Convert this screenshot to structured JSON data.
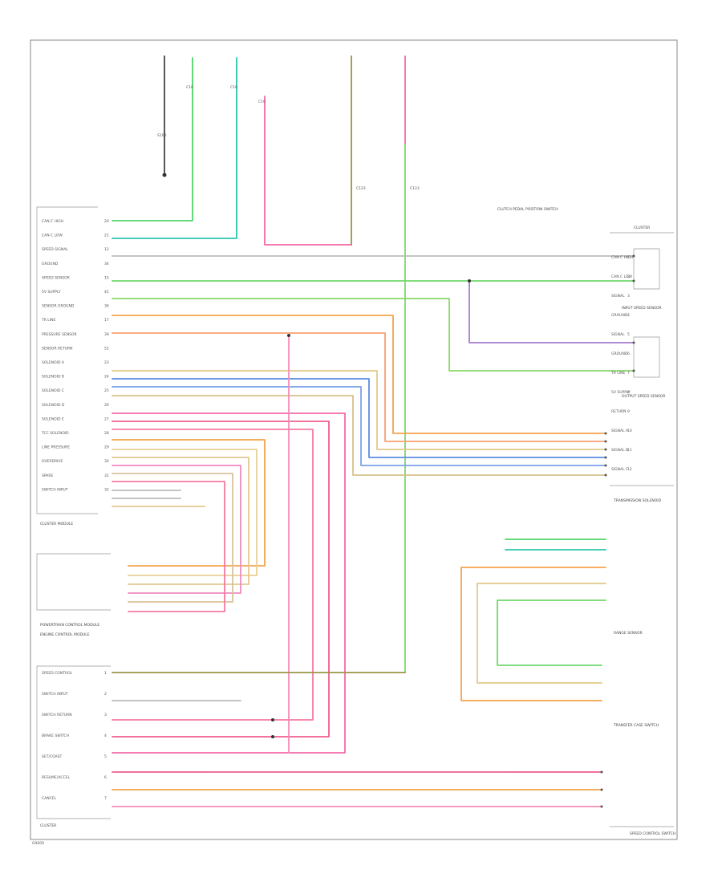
{
  "footer": {
    "code": "G0000"
  },
  "top_labels": [
    {
      "id": "t1",
      "text": "S100"
    },
    {
      "id": "t2",
      "text": "C10"
    },
    {
      "id": "t3",
      "text": "C10"
    },
    {
      "id": "t4",
      "text": "C10"
    },
    {
      "id": "t5",
      "text": "C123"
    },
    {
      "id": "t6",
      "text": "C123"
    }
  ],
  "modules": {
    "left_main": "CLUSTER MODULE",
    "left_sub": "POWERTRAIN CONTROL MODULE",
    "left_lower": "ENGINE CONTROL MODULE",
    "bottom_left": "CLUSTER",
    "right_top": "CLUSTER",
    "right_switch": "CLUTCH PEDAL POSITION SWITCH",
    "right_sensor1": "INPUT SPEED SENSOR",
    "right_sensor2": "OUTPUT SPEED SENSOR",
    "right_solenoid": "TRANSMISSION SOLENOID",
    "right_lower": "RANGE SENSOR",
    "right_lower2": "TRANSFER CASE SWITCH",
    "right_bottom": "SPEED CONTROL SWITCH"
  },
  "pins_left": [
    {
      "name": "CAN C HIGH",
      "pin": "20"
    },
    {
      "name": "CAN C LOW",
      "pin": "21"
    },
    {
      "name": "SPEED SIGNAL",
      "pin": "12"
    },
    {
      "name": "GROUND",
      "pin": "34"
    },
    {
      "name": "SPEED SENSOR",
      "pin": "15"
    },
    {
      "name": "5V SUPPLY",
      "pin": "41"
    },
    {
      "name": "SENSOR GROUND",
      "pin": "36"
    },
    {
      "name": "TR LINE",
      "pin": "17"
    },
    {
      "name": "PRESSURE SENSOR",
      "pin": "39"
    },
    {
      "name": "SENSOR RETURN",
      "pin": "51"
    },
    {
      "name": "SOLENOID A",
      "pin": "23"
    },
    {
      "name": "SOLENOID B",
      "pin": "24"
    },
    {
      "name": "SOLENOID C",
      "pin": "25"
    },
    {
      "name": "SOLENOID D",
      "pin": "26"
    },
    {
      "name": "SOLENOID E",
      "pin": "27"
    },
    {
      "name": "TCC SOLENOID",
      "pin": "28"
    },
    {
      "name": "LINE PRESSURE",
      "pin": "29"
    },
    {
      "name": "OVERDRIVE",
      "pin": "30"
    },
    {
      "name": "SPARE",
      "pin": "31"
    },
    {
      "name": "SWITCH INPUT",
      "pin": "32"
    }
  ],
  "pins_right": [
    {
      "name": "CAN C HIGH",
      "pin": "1"
    },
    {
      "name": "CAN C LOW",
      "pin": "2"
    },
    {
      "name": "SIGNAL",
      "pin": "3"
    },
    {
      "name": "GROUND",
      "pin": "4"
    },
    {
      "name": "SIGNAL",
      "pin": "5"
    },
    {
      "name": "GROUND",
      "pin": "6"
    },
    {
      "name": "TR LINE",
      "pin": "7"
    },
    {
      "name": "5V SUPPLY",
      "pin": "8"
    },
    {
      "name": "RETURN",
      "pin": "9"
    },
    {
      "name": "SIGNAL A",
      "pin": "10"
    },
    {
      "name": "SIGNAL B",
      "pin": "11"
    },
    {
      "name": "SIGNAL C",
      "pin": "12"
    }
  ],
  "pins_lower": [
    {
      "name": "SPEED CONTROL",
      "pin": "1"
    },
    {
      "name": "SWITCH INPUT",
      "pin": "2"
    },
    {
      "name": "SWITCH RETURN",
      "pin": "3"
    },
    {
      "name": "BRAKE SWITCH",
      "pin": "4"
    },
    {
      "name": "SET/COAST",
      "pin": "5"
    },
    {
      "name": "RESUME/ACCEL",
      "pin": "6"
    },
    {
      "name": "CANCEL",
      "pin": "7"
    }
  ]
}
